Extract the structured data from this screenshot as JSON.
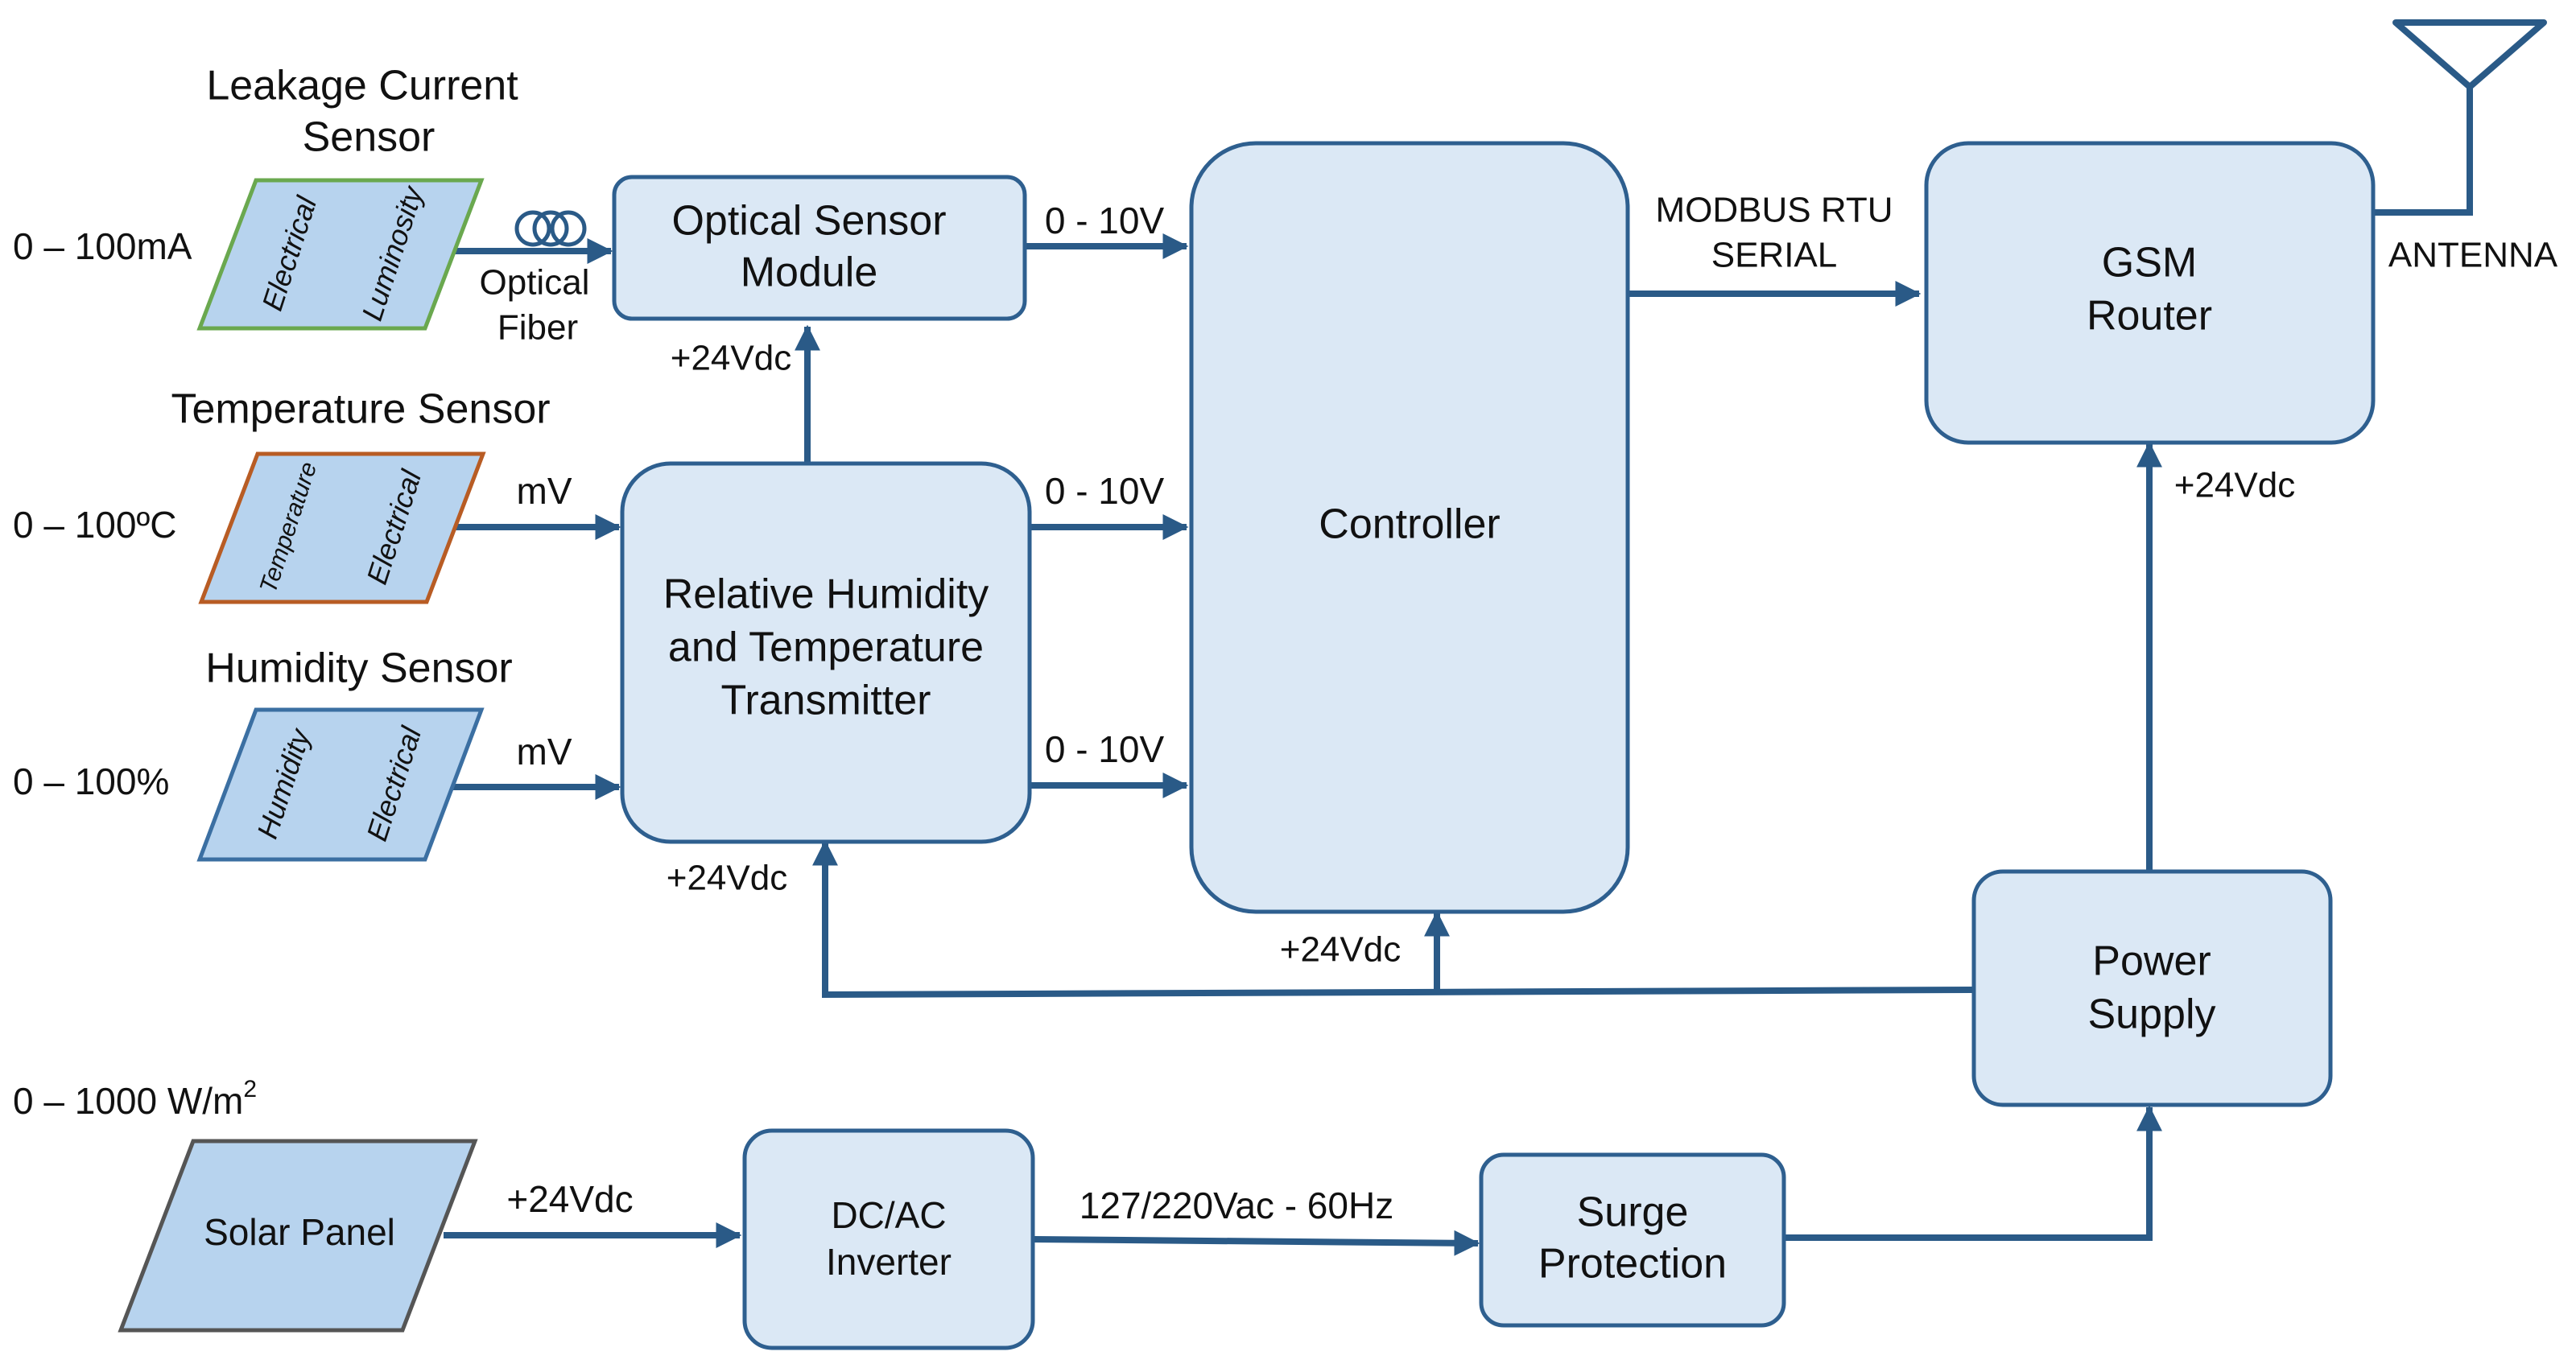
{
  "sensors": {
    "leakage": {
      "title_line1": "Leakage Current",
      "title_line2": "Sensor",
      "range": "0 – 100mA",
      "side_a": "Electrical",
      "side_b": "Luminosity"
    },
    "temperature": {
      "title": "Temperature Sensor",
      "range": "0 – 100ºC",
      "side_a": "Temperature",
      "side_b": "Electrical"
    },
    "humidity": {
      "title": "Humidity Sensor",
      "range": "0 – 100%",
      "side_a": "Humidity",
      "side_b": "Electrical"
    },
    "solar": {
      "label": "Solar Panel",
      "range_base": "0 – 1000 W/m",
      "range_sup": "2"
    }
  },
  "blocks": {
    "optical": {
      "line1": "Optical Sensor",
      "line2": "Module"
    },
    "transmitter": {
      "line1": "Relative Humidity",
      "line2": "and Temperature",
      "line3": "Transmitter"
    },
    "controller": {
      "label": "Controller"
    },
    "gsm": {
      "line1": "GSM",
      "line2": "Router"
    },
    "power": {
      "line1": "Power",
      "line2": "Supply"
    },
    "inverter": {
      "line1": "DC/AC",
      "line2": "Inverter"
    },
    "surge": {
      "line1": "Surge",
      "line2": "Protection"
    }
  },
  "connections": {
    "optical_fiber_line1": "Optical",
    "optical_fiber_line2": "Fiber",
    "optical_out": "0 - 10V",
    "trans_out_top": "0 - 10V",
    "trans_out_bottom": "0 - 10V",
    "temp_signal": "mV",
    "hum_signal": "mV",
    "optical_power": "+24Vdc",
    "trans_power": "+24Vdc",
    "controller_power": "+24Vdc",
    "gsm_power": "+24Vdc",
    "solar_out": "+24Vdc",
    "inverter_out": "127/220Vac - 60Hz",
    "modbus_line1": "MODBUS RTU",
    "modbus_line2": "SERIAL",
    "antenna": "ANTENNA"
  },
  "colors": {
    "box_fill": "#dbe8f5",
    "box_stroke": "#2e5f8f",
    "wire": "#2a5a87",
    "sensor_fill": "#b7d3ee",
    "leakage_border": "#6aa84f",
    "temperature_border": "#b85c24",
    "humidity_border": "#3b6fa2",
    "solar_border": "#555555"
  },
  "icons": [
    "antenna-icon",
    "optical-fiber-coil-icon"
  ]
}
